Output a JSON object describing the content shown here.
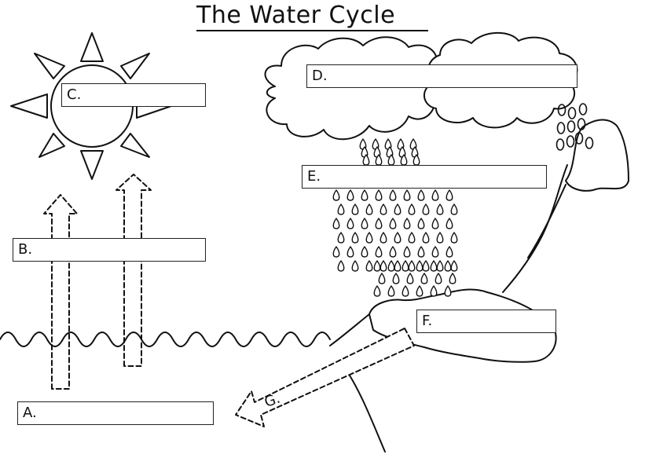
{
  "title": "The Water Cycle",
  "labels": {
    "a": "A.",
    "b": "B.",
    "c": "C.",
    "d": "D.",
    "e": "E.",
    "f": "F.",
    "g": "G."
  }
}
